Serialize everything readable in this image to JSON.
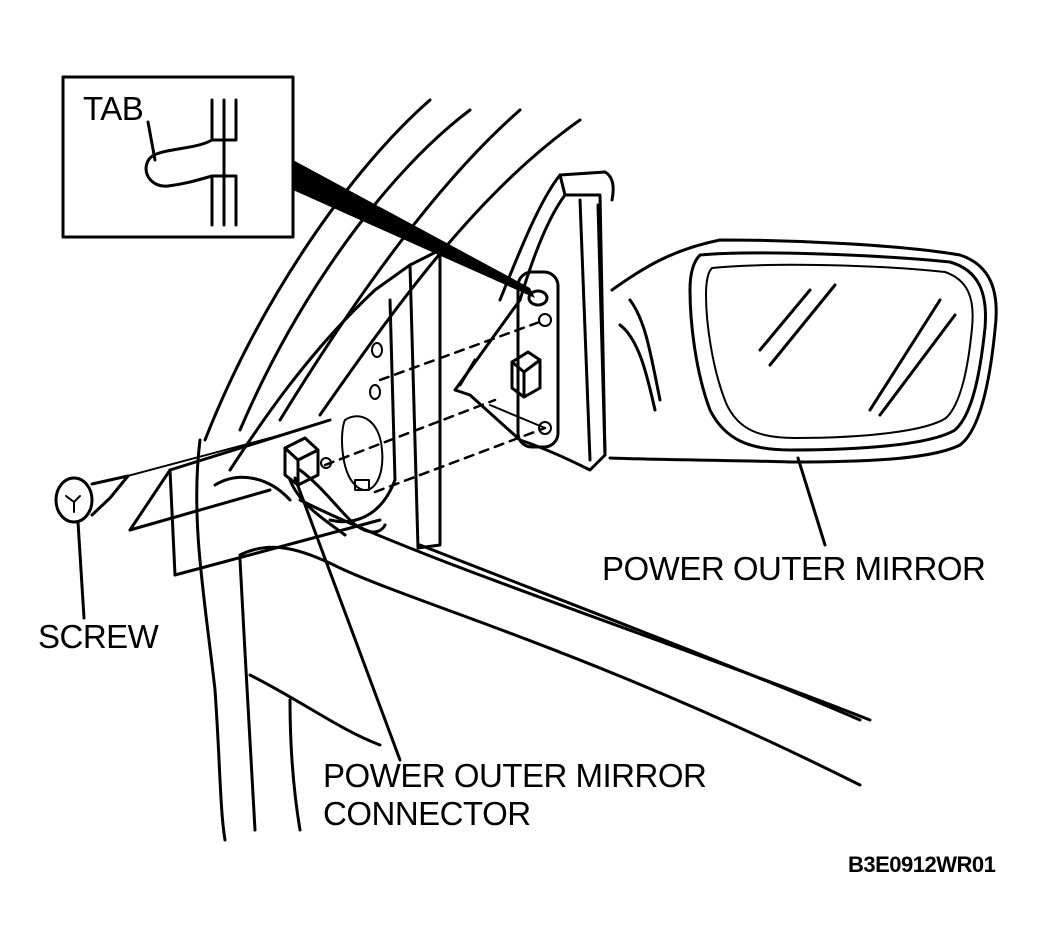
{
  "labels": {
    "tab": "TAB",
    "screw": "SCREW",
    "power_outer_mirror": "POWER OUTER MIRROR",
    "connector_line1": "POWER OUTER MIRROR",
    "connector_line2": "CONNECTOR",
    "figure_code": "B3E0912WR01"
  }
}
